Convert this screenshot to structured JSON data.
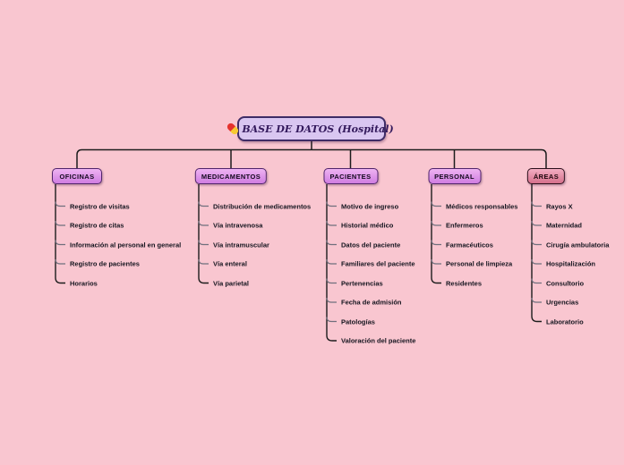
{
  "central": {
    "label": "BASE DE DATOS (Hospital)",
    "icon": "pill-icon"
  },
  "branches": [
    {
      "label": "OFICINAS",
      "accent": "violet",
      "items": [
        "Registro de visitas",
        "Registro de citas",
        "Información al personal en general",
        "Registro de pacientes",
        "Horarios"
      ]
    },
    {
      "label": "MEDICAMENTOS",
      "accent": "violet",
      "items": [
        "Distribución de medicamentos",
        "Vía intravenosa",
        "Vía intramuscular",
        "Vía enteral",
        "Vía parietal"
      ]
    },
    {
      "label": "PACIENTES",
      "accent": "violet",
      "items": [
        "Motivo de ingreso",
        "Historial médico",
        "Datos del paciente",
        "Familiares del paciente",
        "Pertenencias",
        "Fecha de admisión",
        "Patologías",
        "Valoración del paciente"
      ]
    },
    {
      "label": "PERSONAL",
      "accent": "violet",
      "items": [
        "Médicos responsables",
        "Enfermeros",
        "Farmacéuticos",
        "Personal de limpieza",
        "Residentes"
      ]
    },
    {
      "label": "ÁREAS",
      "accent": "rose",
      "items": [
        "Rayos X",
        "Maternidad",
        "Cirugía ambulatoria",
        "Hospitalización",
        "Consultorio",
        "Urgencias",
        "Laboratorio"
      ]
    }
  ],
  "colors": {
    "background": "#f9c6d0",
    "line": "#1c1c1c",
    "tick": "#6f6f7c",
    "item_text": "#15151f",
    "pill_red": "#e5332e",
    "pill_yellow": "#f7c931",
    "central": {
      "fill": "#d9c6f1",
      "border": "#3f2c66",
      "text": "#33195c"
    },
    "violet": {
      "fill_top": "#eeb3f2",
      "fill_bottom": "#d07de1",
      "border": "#51256b",
      "text": "#140a1e"
    },
    "rose": {
      "fill_top": "#f3aec2",
      "fill_bottom": "#d5708c",
      "border": "#2b0e1a",
      "text": "#1c060c"
    }
  }
}
